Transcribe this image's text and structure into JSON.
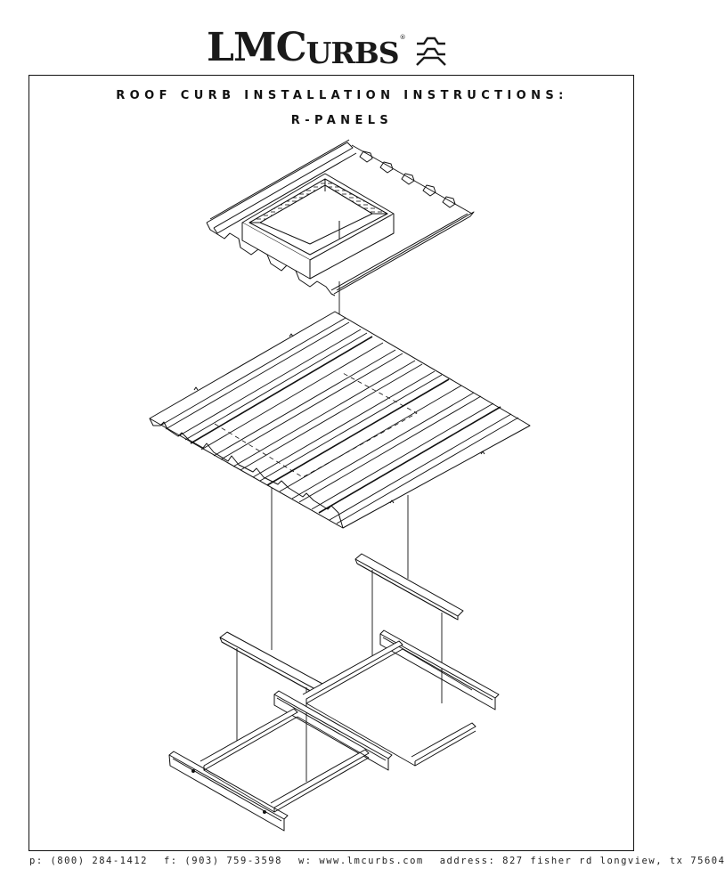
{
  "header": {
    "logo": {
      "brand_initials": "LMC",
      "brand_rest": "URBS",
      "registered_mark": "®",
      "icon": "roof-curb-logo-icon"
    }
  },
  "document": {
    "title": "ROOF CURB INSTALLATION INSTRUCTIONS:",
    "subtitle": "R-PANELS"
  },
  "illustration": {
    "description": "Exploded isometric view: roof curb on R-panel roof sheet, corrugated R-panel roofing, support rails and cross-members below",
    "parts": [
      {
        "name": "roof-curb-assembly",
        "icon": "curb-box-icon"
      },
      {
        "name": "r-panel-roof-sheet",
        "icon": "corrugated-panel-icon"
      },
      {
        "name": "support-plates",
        "icon": "flat-plate-icon"
      },
      {
        "name": "support-rail-frame",
        "icon": "rail-frame-icon"
      }
    ],
    "colors": {
      "line": "#111111",
      "background": "#ffffff"
    }
  },
  "footer": {
    "phone": "p: (800) 284-1412",
    "fax": "f: (903) 759-3598",
    "web": "w: www.lmcurbs.com",
    "address": "address: 827 fisher rd longview, tx 75604"
  }
}
